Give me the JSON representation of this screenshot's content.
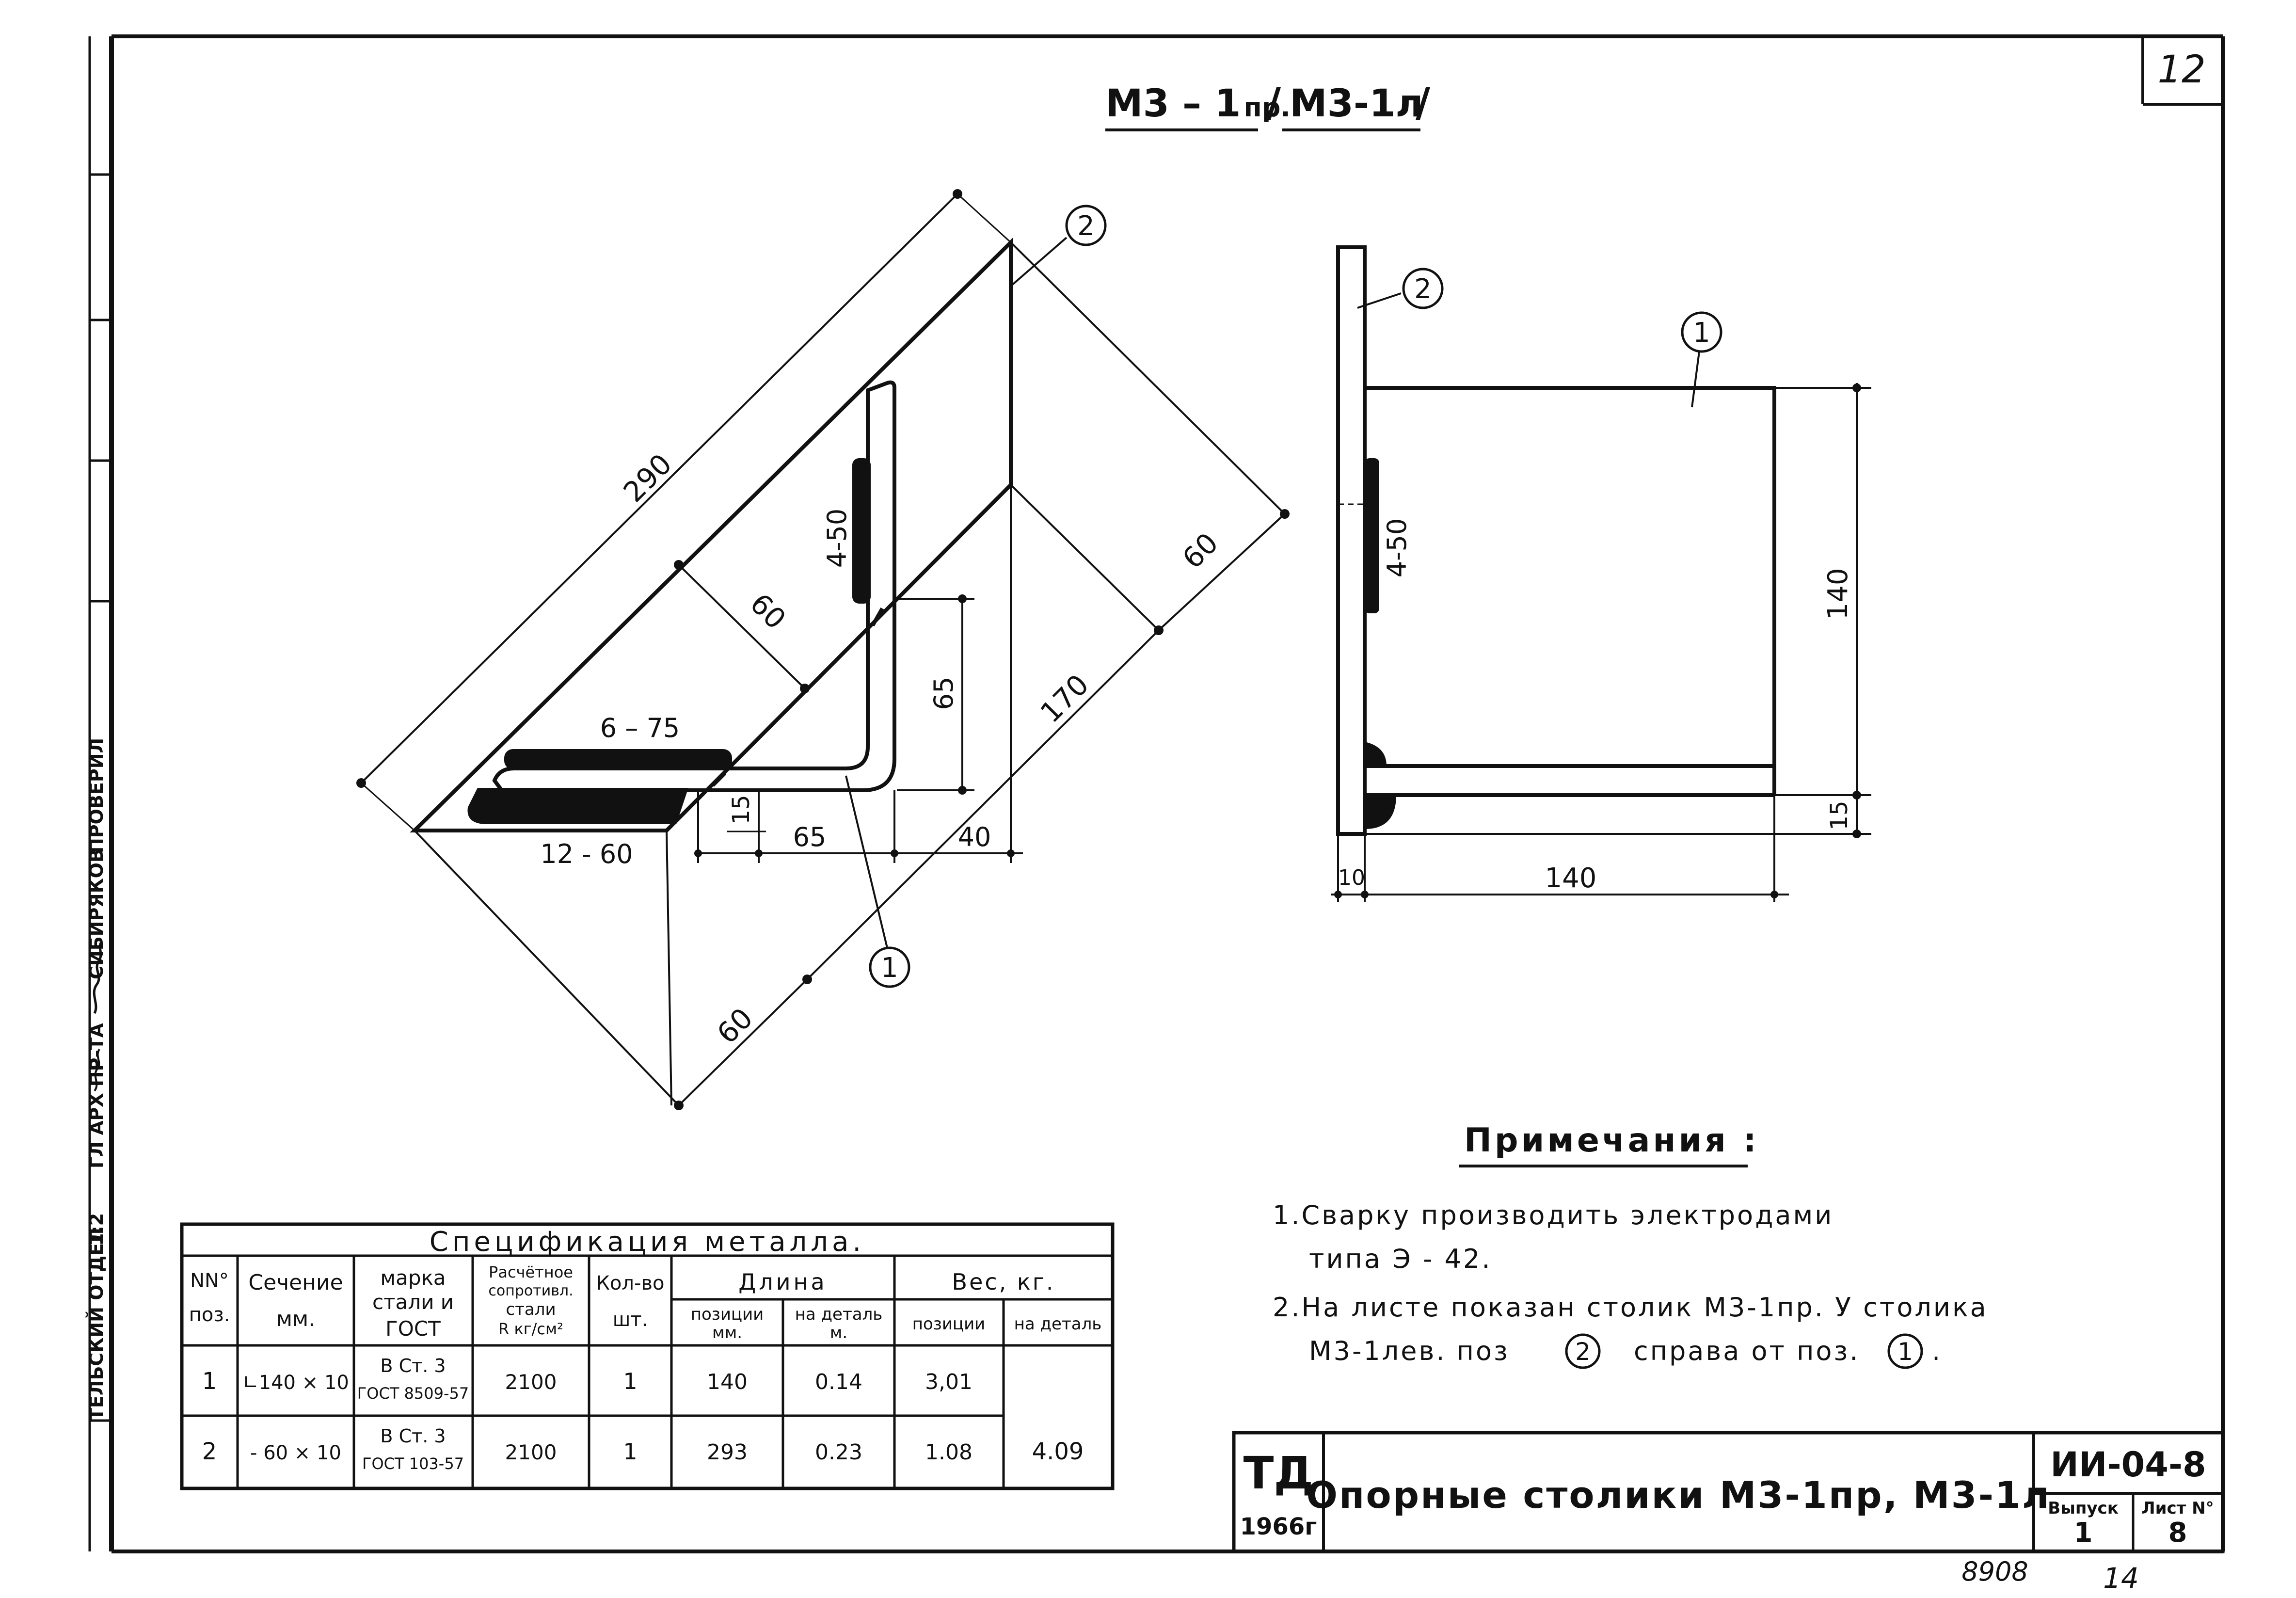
{
  "sheet_number": "12",
  "title": {
    "main_pre": "М3 – 1",
    "main_sub": "пр.",
    "alt": "М3-1л",
    "slash": "/"
  },
  "iso_view": {
    "dim_290": "290",
    "dim_60_a": "60",
    "dim_60_b": "60",
    "dim_60_c": "60",
    "dim_170": "170",
    "dim_65_v": "65",
    "dim_65_h": "65",
    "dim_40": "40",
    "dim_15": "15",
    "weld_6_75": "6 – 75",
    "weld_12_60": "12 - 60",
    "weld_4_50": "4-50",
    "pos_1": "1",
    "pos_2": "2"
  },
  "side_view": {
    "dim_140_v": "140",
    "dim_15": "15",
    "dim_10": "10",
    "dim_140_h": "140",
    "weld_4_50": "4-50",
    "pos_1": "1",
    "pos_2": "2"
  },
  "notes": {
    "heading": "Примечания :",
    "line1": "1.Сварку   производить   электродами",
    "line1b": "типа   Э - 42.",
    "line2": "2.На  листе  показан  столик  М3-1пр. У столика",
    "line2b_a": "М3-1лев.   поз",
    "line2b_pos2": "2",
    "line2b_b": "справа  от  поз.",
    "line2b_pos1": "1",
    "line2b_end": "."
  },
  "spec_table": {
    "title": "Спецификация   металла.",
    "headers": {
      "pos_a": "NN°",
      "pos_b": "поз.",
      "section_a": "Сечение",
      "section_b": "мм.",
      "grade_a": "марка",
      "grade_b": "стали и",
      "grade_c": "ГОСТ",
      "resist_a": "Расчётное",
      "resist_b": "сопротивл.",
      "resist_c": "стали",
      "resist_d": "R   кг/см²",
      "qty_a": "Кол-во",
      "qty_b": "шт.",
      "length": "Длина",
      "length_pos_a": "позиции",
      "length_pos_b": "мм.",
      "length_det_a": "на деталь",
      "length_det_b": "м.",
      "weight": "Вес,  кг.",
      "weight_pos": "позиции",
      "weight_det": "на деталь"
    },
    "rows": [
      {
        "pos": "1",
        "section": "∟140 × 10",
        "grade_a": "В Ст. 3",
        "grade_b": "ГОСТ 8509-57",
        "resist": "2100",
        "qty": "1",
        "len_pos": "140",
        "len_det": "0.14",
        "w_pos": "3,01"
      },
      {
        "pos": "2",
        "section": "- 60 × 10",
        "grade_a": "В Ст. 3",
        "grade_b": "ГОСТ 103-57",
        "resist": "2100",
        "qty": "1",
        "len_pos": "293",
        "len_det": "0.23",
        "w_pos": "1.08"
      }
    ],
    "total_weight": "4.09"
  },
  "title_block": {
    "org": "ТД",
    "year": "1966г",
    "name": "Опорные  столики  М3-1пр, М3-1л",
    "code": "ИИ-04-8",
    "issue_label": "Выпуск",
    "issue": "1",
    "sheet_label": "Лист N°",
    "sheet": "8"
  },
  "bottom_numbers": {
    "left": "8908",
    "right": "14"
  },
  "side_strip": {
    "text": "ГЛ АРХ ПР-ТА",
    "checked": "ПРОВЕРИЛ",
    "name": "СИБИРЯКОВ",
    "dept": "ТЕЛЬСКИЙ  ОТДЕЛ",
    "scale": "1:2"
  }
}
